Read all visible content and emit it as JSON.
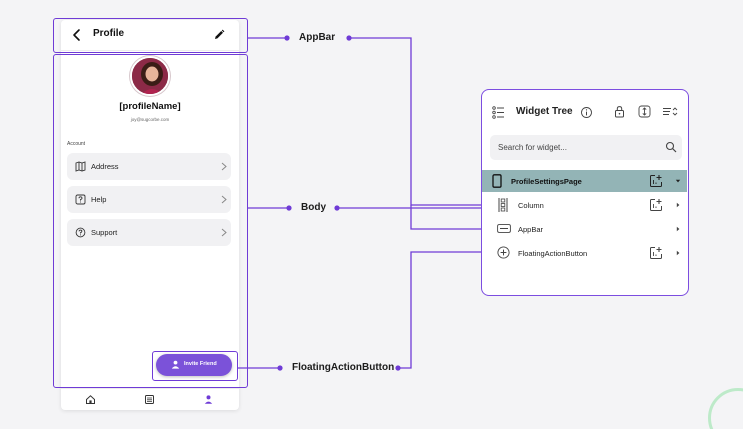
{
  "phone": {
    "appbar": {
      "title": "Profile"
    },
    "profile": {
      "name": "[profileName]",
      "email": "joy@sugcorbe.com"
    },
    "section_label": "Account",
    "menu": [
      {
        "label": "Address",
        "icon": "map-icon"
      },
      {
        "label": "Help",
        "icon": "help-icon"
      },
      {
        "label": "Support",
        "icon": "support-icon"
      }
    ],
    "fab_label": "Invite Friend",
    "bottom_nav": [
      "home-icon",
      "list-icon",
      "person-icon"
    ]
  },
  "callouts": {
    "appbar": "AppBar",
    "body": "Body",
    "fab": "FloatingActionButton"
  },
  "widget_tree": {
    "title": "Widget Tree",
    "search_placeholder": "Search for widget...",
    "items": [
      {
        "label": "ProfileSettingsPage",
        "selected": true,
        "icon": "phone-icon"
      },
      {
        "label": "Column",
        "selected": false,
        "icon": "column-icon"
      },
      {
        "label": "AppBar",
        "selected": false,
        "icon": "appbar-icon"
      },
      {
        "label": "FloatingActionButton",
        "selected": false,
        "icon": "add-circle-icon"
      }
    ]
  },
  "colors": {
    "accent": "#6f3bd6",
    "fab": "#7b52d9",
    "selected_row": "#93b4b6",
    "avatar": "#7c1d3b"
  }
}
